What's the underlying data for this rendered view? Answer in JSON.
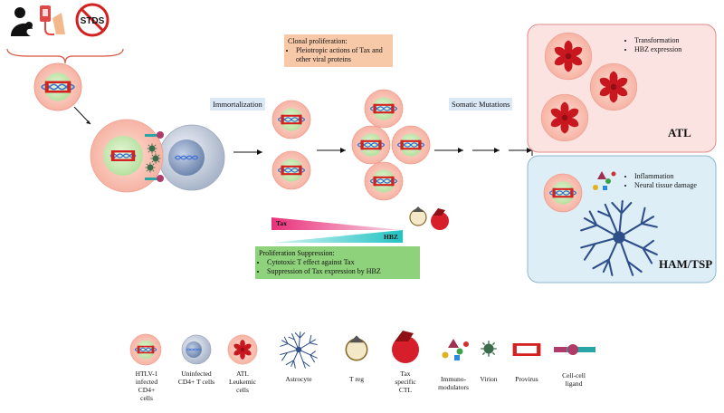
{
  "clonal_box": {
    "title": "Clonal proliferation:",
    "bullet": "Pleiotropic actions of Tax and other viral proteins",
    "color": "#f7c9a8"
  },
  "immortalization_label": "Immortalization",
  "somatic_label": "Somatic Mutations",
  "atl_panel": {
    "bullets": [
      "Transformation",
      "HBZ expression"
    ],
    "title": "ATL",
    "bg": "#fbe3e2"
  },
  "ham_panel": {
    "bullets": [
      "Inflammation",
      "Neural tissue damage"
    ],
    "title": "HAM/TSP",
    "bg": "#ddeef6"
  },
  "gradient": {
    "tax_label": "Tax",
    "hbz_label": "HBZ",
    "tax_color": "#e8317a",
    "hbz_color": "#22c3c3"
  },
  "suppression_box": {
    "title": "Proliferation Suppression:",
    "bullets": [
      "Cytotoxic T effect against Tax",
      "Suppression of Tax expression by HBZ"
    ],
    "color": "#8fd27c"
  },
  "stds_label": "STDS",
  "legend": [
    {
      "icon": "infected-cell-icon",
      "label": "HTLV-1 infected CD4+ cells"
    },
    {
      "icon": "uninfected-cell-icon",
      "label": "Uninfected CD4+ T cells"
    },
    {
      "icon": "leukemic-cell-icon",
      "label": "ATL Leukemic cells"
    },
    {
      "icon": "astrocyte-icon",
      "label": "Astrocyte"
    },
    {
      "icon": "treg-icon",
      "label": "T reg"
    },
    {
      "icon": "ctl-icon",
      "label": "Tax specific CTL"
    },
    {
      "icon": "immunomodulators-icon",
      "label": "Immuno-modulators"
    },
    {
      "icon": "virion-icon",
      "label": "Virion"
    },
    {
      "icon": "provirus-icon",
      "label": "Provirus"
    },
    {
      "icon": "ligand-icon",
      "label": "Cell-cell ligand"
    }
  ]
}
